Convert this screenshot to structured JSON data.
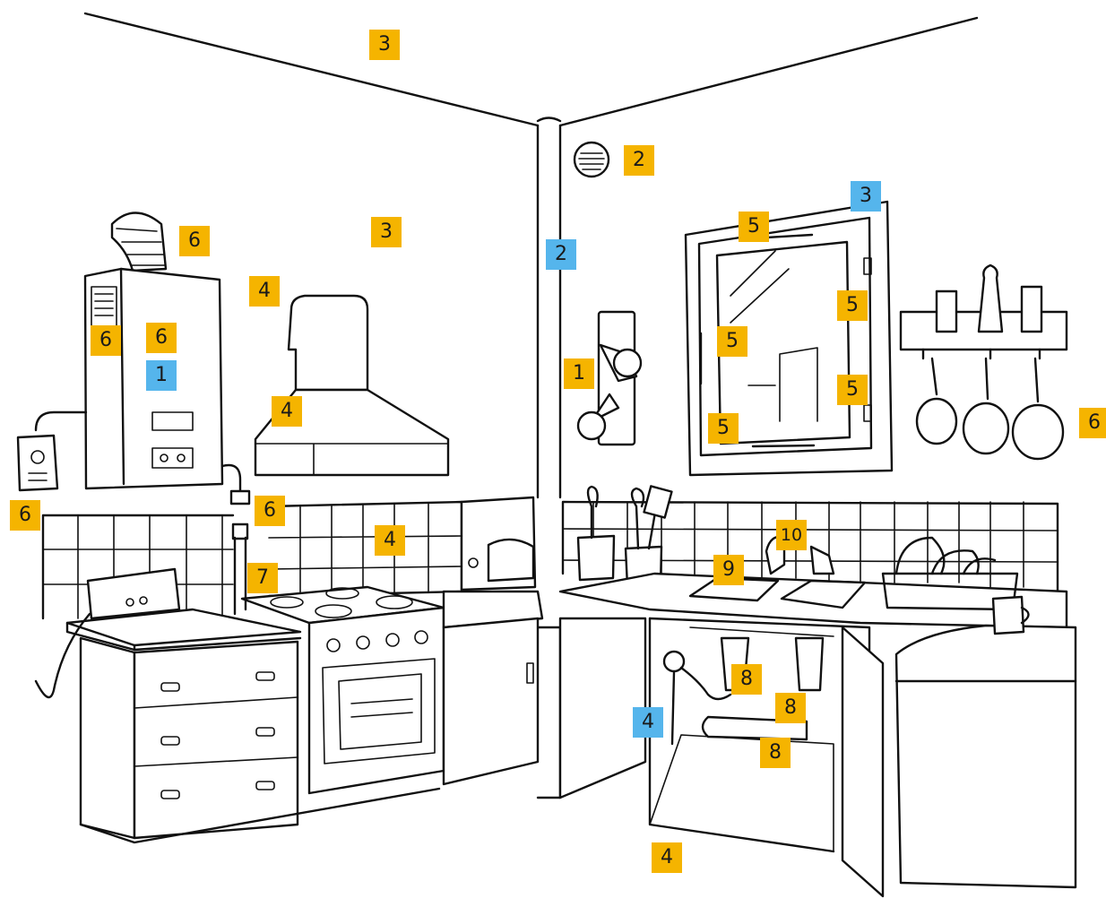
{
  "colors": {
    "orange": "#f5b400",
    "blue": "#55b5ec",
    "line": "#111111",
    "background": "#ffffff"
  },
  "markers": [
    {
      "id": "ceiling-1",
      "label": "3",
      "color": "orange"
    },
    {
      "id": "vent",
      "label": "2",
      "color": "orange"
    },
    {
      "id": "window-top-corner",
      "label": "3",
      "color": "blue"
    },
    {
      "id": "flue",
      "label": "6",
      "color": "orange"
    },
    {
      "id": "wall-left",
      "label": "3",
      "color": "orange"
    },
    {
      "id": "pipe",
      "label": "2",
      "color": "blue"
    },
    {
      "id": "window-top",
      "label": "5",
      "color": "orange"
    },
    {
      "id": "wall-behind-hood",
      "label": "4",
      "color": "orange"
    },
    {
      "id": "window-right-upper",
      "label": "5",
      "color": "orange"
    },
    {
      "id": "boiler-left",
      "label": "6",
      "color": "orange"
    },
    {
      "id": "boiler-right",
      "label": "6",
      "color": "orange"
    },
    {
      "id": "window-handle",
      "label": "5",
      "color": "orange"
    },
    {
      "id": "boiler",
      "label": "1",
      "color": "blue"
    },
    {
      "id": "spotlights",
      "label": "1",
      "color": "orange"
    },
    {
      "id": "window-right-lower",
      "label": "5",
      "color": "orange"
    },
    {
      "id": "hood",
      "label": "4",
      "color": "orange"
    },
    {
      "id": "pans",
      "label": "6",
      "color": "orange"
    },
    {
      "id": "window-bottom",
      "label": "5",
      "color": "orange"
    },
    {
      "id": "socket",
      "label": "6",
      "color": "orange"
    },
    {
      "id": "gas-valve",
      "label": "6",
      "color": "orange"
    },
    {
      "id": "faucet",
      "label": "10",
      "color": "orange"
    },
    {
      "id": "backsplash",
      "label": "4",
      "color": "orange"
    },
    {
      "id": "sink",
      "label": "9",
      "color": "orange"
    },
    {
      "id": "gas-hose",
      "label": "7",
      "color": "orange"
    },
    {
      "id": "trap-1",
      "label": "8",
      "color": "orange"
    },
    {
      "id": "trap-2",
      "label": "8",
      "color": "orange"
    },
    {
      "id": "cabinet-pipe",
      "label": "4",
      "color": "blue"
    },
    {
      "id": "drain",
      "label": "8",
      "color": "orange"
    },
    {
      "id": "floor",
      "label": "4",
      "color": "orange"
    }
  ]
}
